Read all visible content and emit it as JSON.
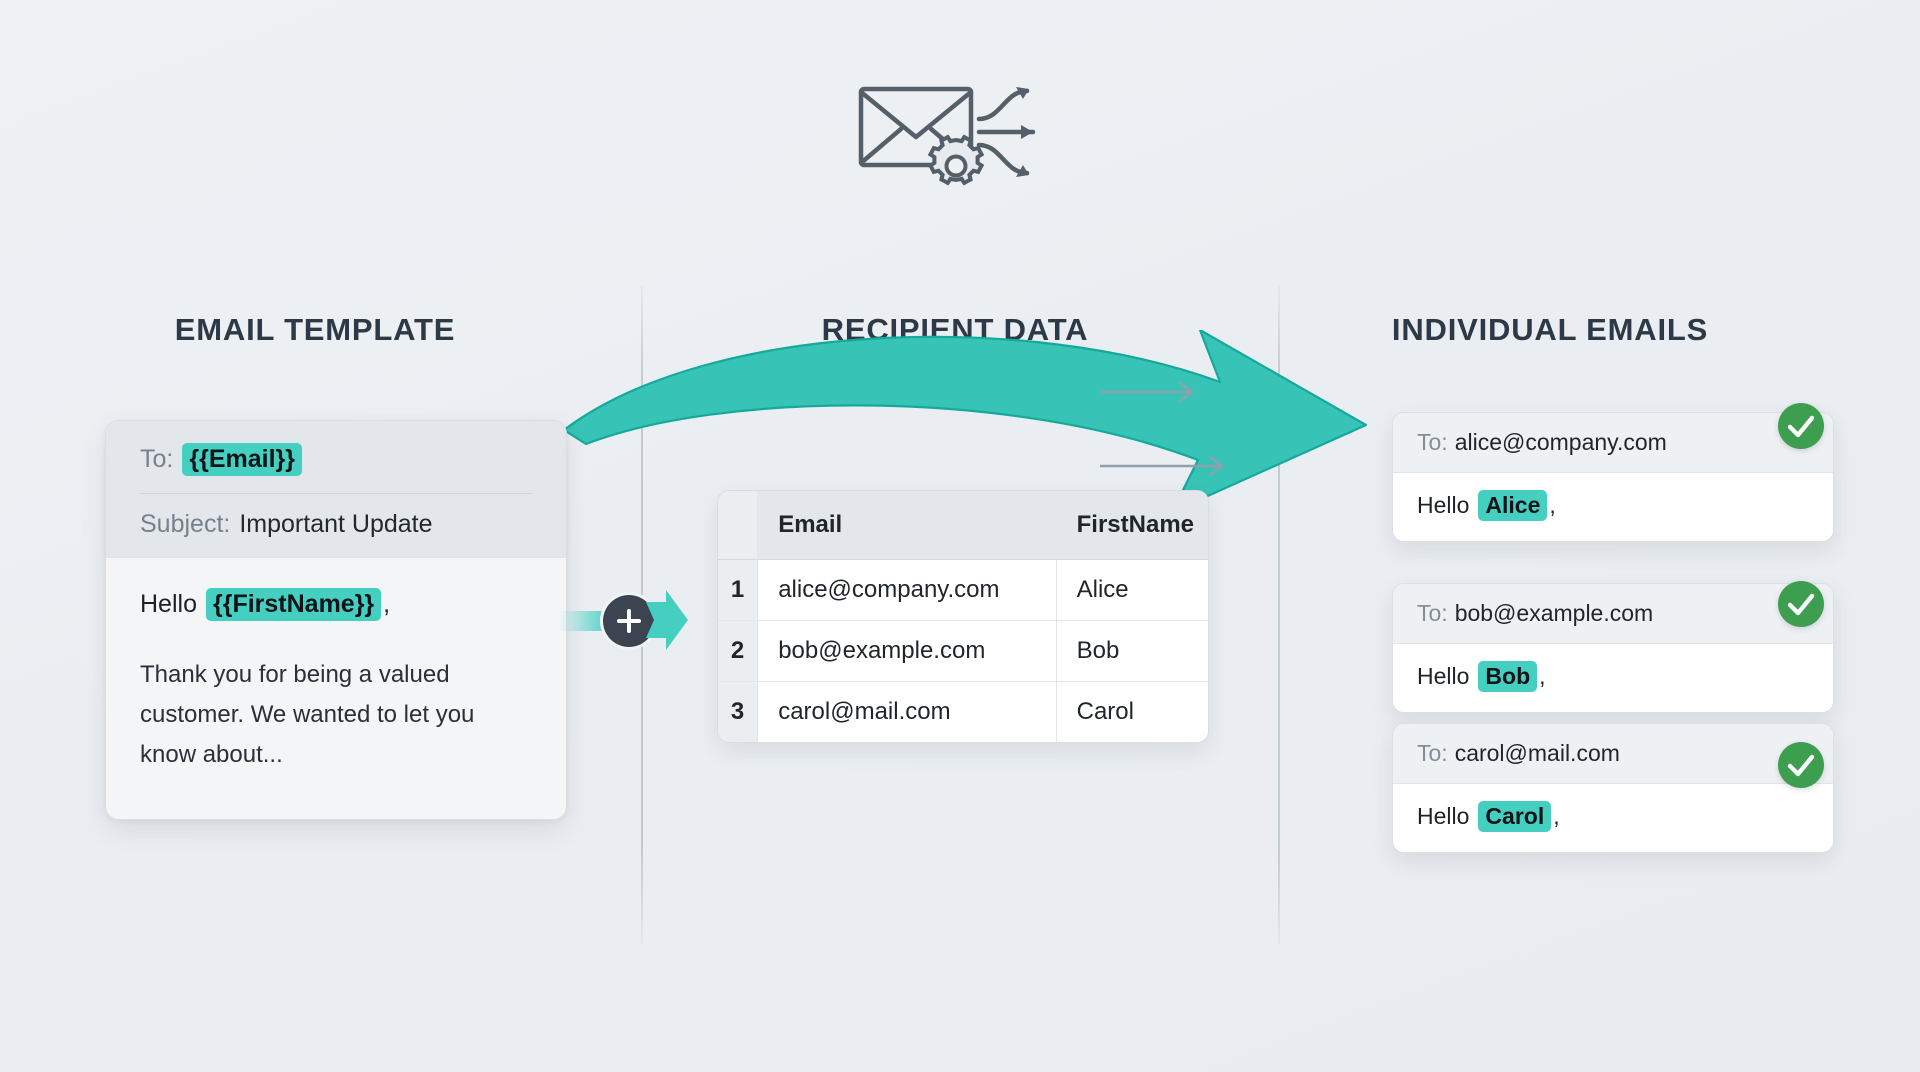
{
  "headings": {
    "template": "EMAIL TEMPLATE",
    "data": "RECIPIENT DATA",
    "emails": "INDIVIDUAL EMAILS"
  },
  "icons": {
    "merge": "envelope-gear-branch-icon",
    "plus": "plus-merge-icon",
    "check": "check-circle-icon",
    "arrow": "curved-arrow-icon"
  },
  "template_card": {
    "to_label": "To:",
    "to_token": "{{Email}}",
    "subject_label": "Subject:",
    "subject_value": "Important Update",
    "greeting_label": "Hello",
    "greeting_token": "{{FirstName}}",
    "greeting_comma": ",",
    "body": "Thank you for being a valued customer. We wanted to let you know about..."
  },
  "recipient_table": {
    "index_header": "",
    "columns": [
      "Email",
      "FirstName"
    ],
    "rows": [
      {
        "index": "1",
        "email": "alice@company.com",
        "firstname": "Alice"
      },
      {
        "index": "2",
        "email": "bob@example.com",
        "firstname": "Bob"
      },
      {
        "index": "3",
        "email": "carol@mail.com",
        "firstname": "Carol"
      }
    ]
  },
  "individual_emails": [
    {
      "to_label": "To:",
      "to_value": "alice@company.com",
      "greeting_label": "Hello",
      "name": "Alice",
      "comma": ","
    },
    {
      "to_label": "To:",
      "to_value": "bob@example.com",
      "greeting_label": "Hello",
      "name": "Bob",
      "comma": ","
    },
    {
      "to_label": "To:",
      "to_value": "carol@mail.com",
      "greeting_label": "Hello",
      "name": "Carol",
      "comma": ","
    }
  ],
  "colors": {
    "accent_teal": "#45cfc1",
    "arrow_teal": "#37c3b5",
    "success_green": "#3d9e4f",
    "heading_dark": "#2d3946",
    "background": "#eef1f4"
  }
}
